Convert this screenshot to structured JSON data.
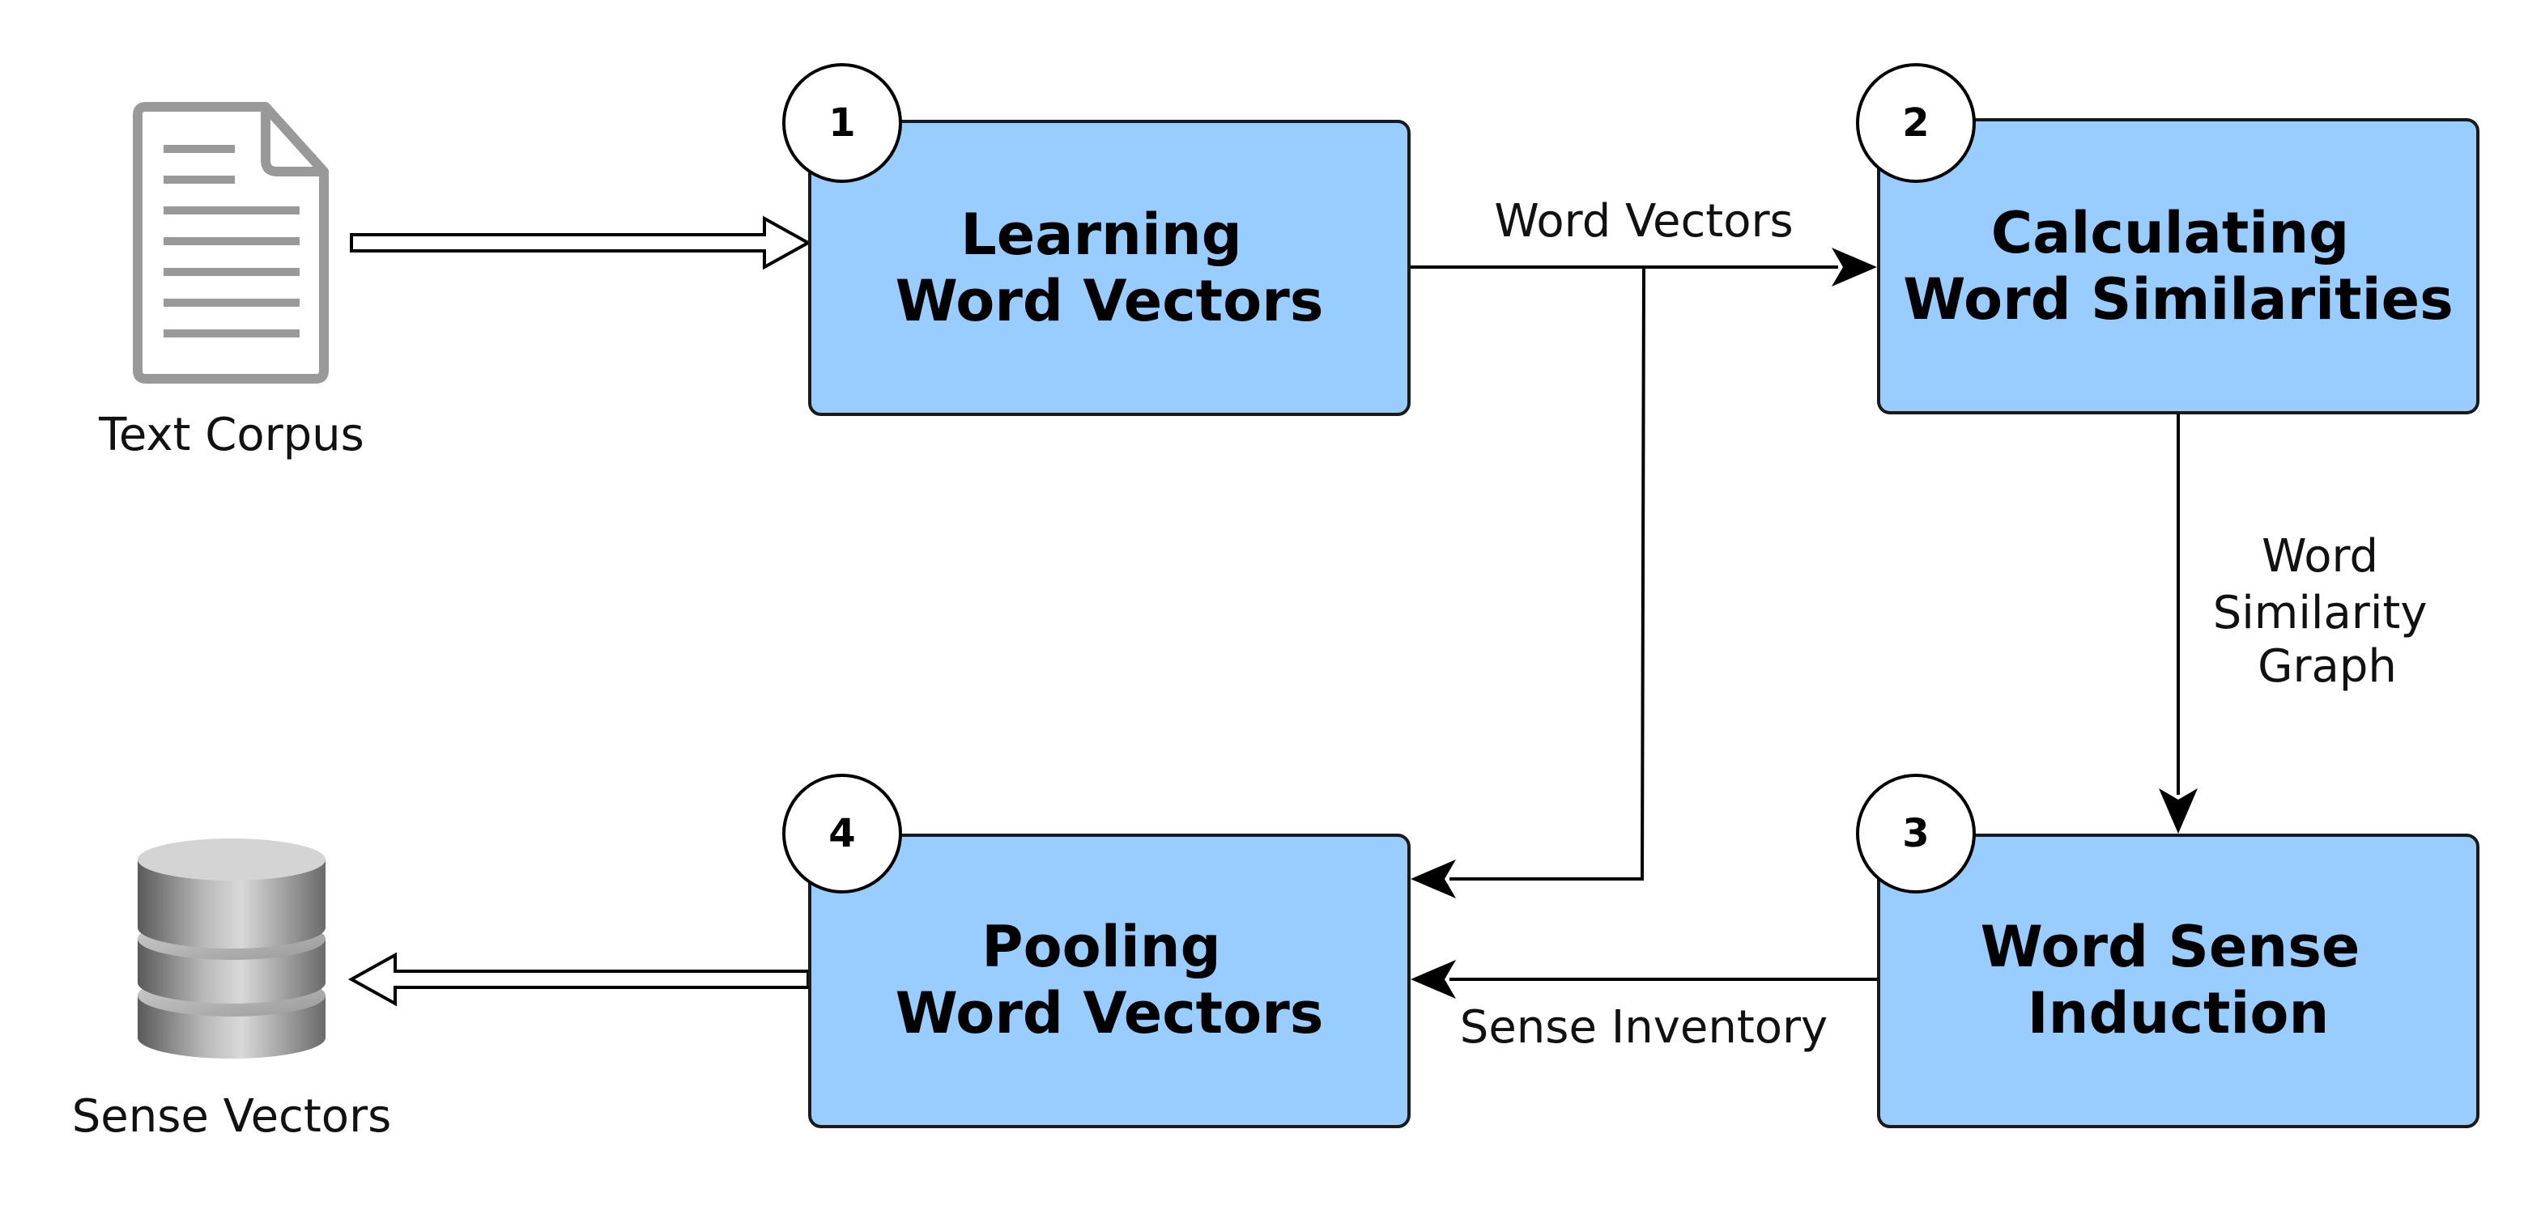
{
  "colors": {
    "box_fill": "#99CCFF",
    "box_stroke": "#1a1a1a",
    "doc_icon": "#999999",
    "line": "#000000"
  },
  "inputs": {
    "text_corpus": {
      "label": "Text Corpus",
      "icon": "document-icon"
    }
  },
  "outputs": {
    "sense_vectors": {
      "label": "Sense Vectors",
      "icon": "database-icon"
    }
  },
  "steps": [
    {
      "number": "1",
      "line1": "Learning",
      "line2": "Word Vectors"
    },
    {
      "number": "2",
      "line1": "Calculating",
      "line2": "Word Similarities"
    },
    {
      "number": "3",
      "line1": "Word Sense",
      "line2": "Induction"
    },
    {
      "number": "4",
      "line1": "Pooling",
      "line2": "Word Vectors"
    }
  ],
  "edges": {
    "word_vectors": "Word Vectors",
    "similarity_graph": [
      "Word",
      "Similarity",
      "Graph"
    ],
    "sense_inventory": "Sense Inventory"
  }
}
